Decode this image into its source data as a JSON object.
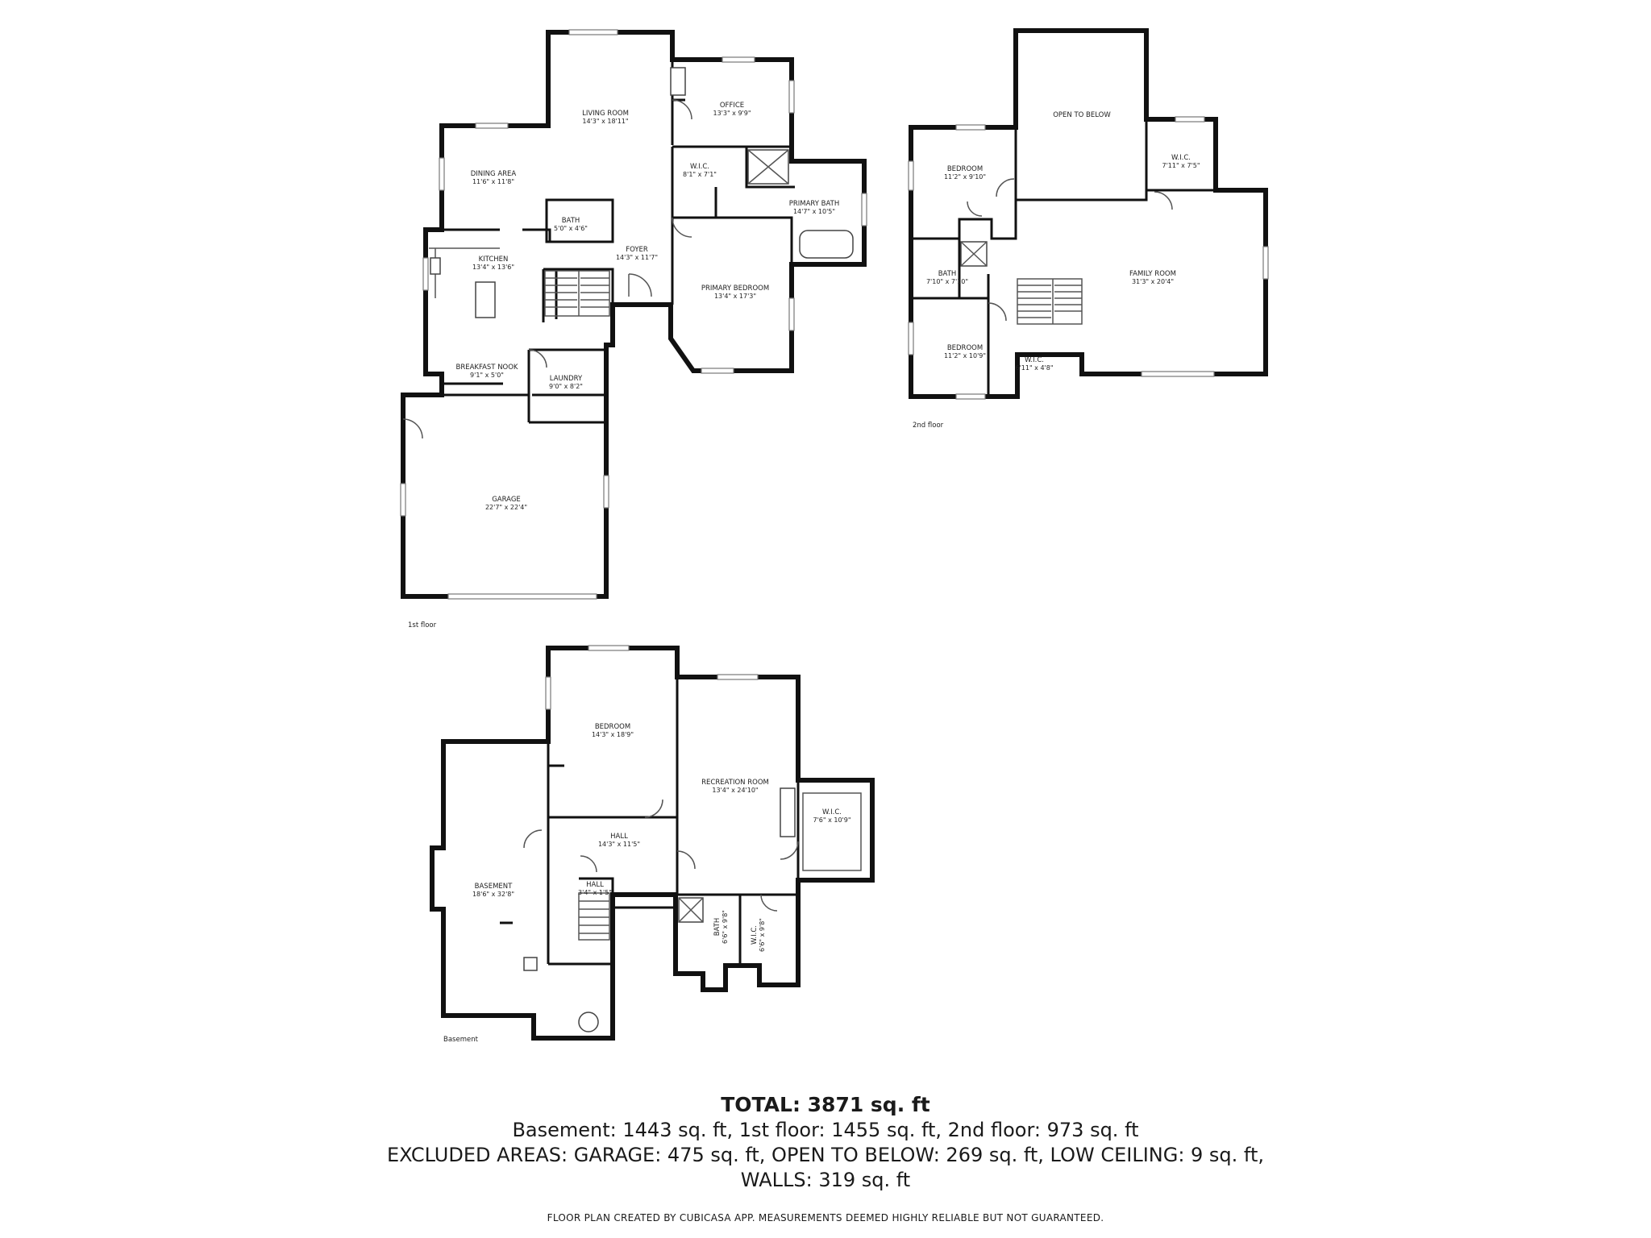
{
  "floors": {
    "first": {
      "label": "1st floor",
      "rooms": {
        "living_room": {
          "name": "LIVING ROOM",
          "dim": "14'3\" x 18'11\""
        },
        "office": {
          "name": "OFFICE",
          "dim": "13'3\" x 9'9\""
        },
        "dining_area": {
          "name": "DINING AREA",
          "dim": "11'6\" x 11'8\""
        },
        "wic": {
          "name": "W.I.C.",
          "dim": "8'1\" x 7'1\""
        },
        "primary_bath": {
          "name": "PRIMARY BATH",
          "dim": "14'7\" x 10'5\""
        },
        "bath": {
          "name": "BATH",
          "dim": "5'0\" x 4'6\""
        },
        "foyer": {
          "name": "FOYER",
          "dim": "14'3\" x 11'7\""
        },
        "kitchen": {
          "name": "KITCHEN",
          "dim": "13'4\" x 13'6\""
        },
        "primary_bedroom": {
          "name": "PRIMARY BEDROOM",
          "dim": "13'4\" x 17'3\""
        },
        "breakfast_nook": {
          "name": "BREAKFAST NOOK",
          "dim": "9'1\" x 5'0\""
        },
        "laundry": {
          "name": "LAUNDRY",
          "dim": "9'0\" x 8'2\""
        },
        "garage": {
          "name": "GARAGE",
          "dim": "22'7\" x 22'4\""
        }
      }
    },
    "second": {
      "label": "2nd floor",
      "rooms": {
        "open_to_below": {
          "name": "OPEN TO BELOW"
        },
        "bedroom_a": {
          "name": "BEDROOM",
          "dim": "11'2\" x 9'10\""
        },
        "wic_a": {
          "name": "W.I.C.",
          "dim": "7'11\" x 7'5\""
        },
        "bath": {
          "name": "BATH",
          "dim": "7'10\" x 7'10\""
        },
        "family_room": {
          "name": "FAMILY ROOM",
          "dim": "31'3\" x 20'4\""
        },
        "bedroom_b": {
          "name": "BEDROOM",
          "dim": "11'2\" x 10'9\""
        },
        "wic_b": {
          "name": "W.I.C.",
          "dim": "6'11\" x 4'8\""
        }
      }
    },
    "basement": {
      "label": "Basement",
      "rooms": {
        "bedroom": {
          "name": "BEDROOM",
          "dim": "14'3\" x 18'9\""
        },
        "recreation_room": {
          "name": "RECREATION ROOM",
          "dim": "13'4\" x 24'10\""
        },
        "wic": {
          "name": "W.I.C.",
          "dim": "7'6\" x 10'9\""
        },
        "hall": {
          "name": "HALL",
          "dim": "14'3\" x 11'5\""
        },
        "basement": {
          "name": "BASEMENT",
          "dim": "18'6\" x 32'8\""
        },
        "hall_small": {
          "name": "HALL",
          "dim": "3'4\" x 1'5\""
        },
        "bath": {
          "name": "BATH",
          "dim": "6'6\" x 9'8\""
        },
        "wic2": {
          "name": "W.I.C.",
          "dim": "6'6\" x 9'8\""
        }
      }
    }
  },
  "summary": {
    "total": "TOTAL: 3871 sq. ft",
    "line1": "Basement: 1443 sq. ft, 1st floor: 1455 sq. ft, 2nd floor: 973 sq. ft",
    "line2": "EXCLUDED AREAS: GARAGE: 475 sq. ft, OPEN TO BELOW: 269 sq. ft, LOW CEILING: 9 sq. ft,",
    "line3": "WALLS: 319 sq. ft"
  },
  "disclaimer": "FLOOR PLAN CREATED BY CUBICASA APP. MEASUREMENTS DEEMED HIGHLY RELIABLE BUT NOT GUARANTEED."
}
